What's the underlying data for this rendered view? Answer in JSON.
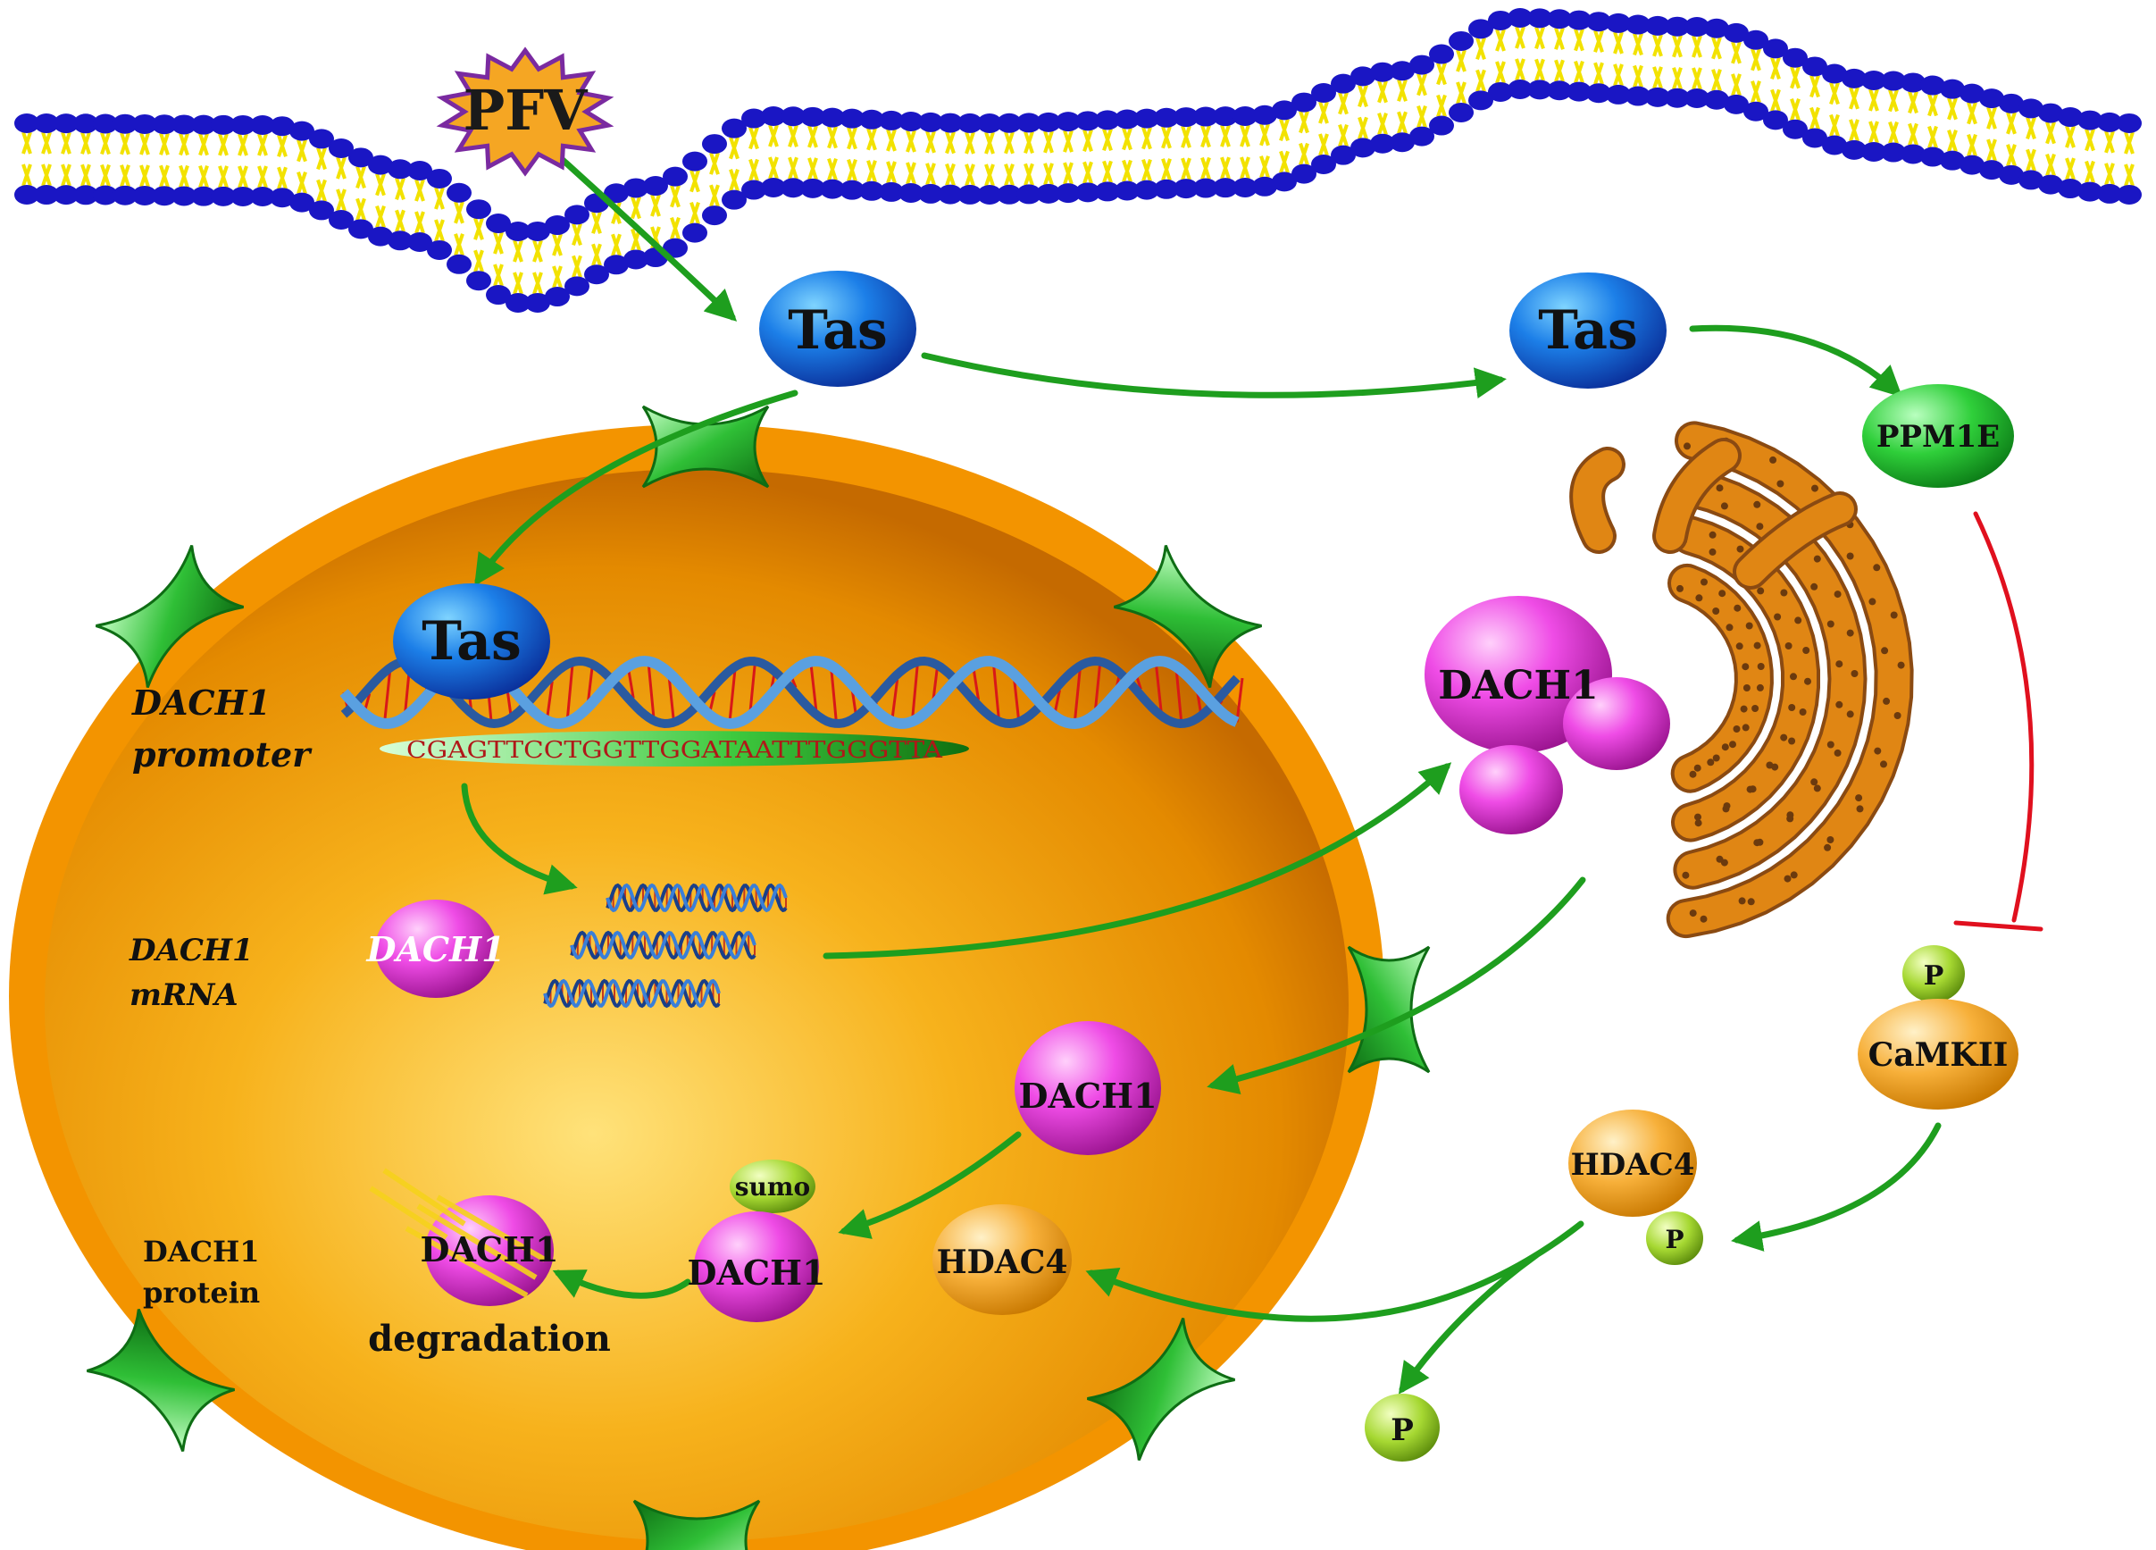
{
  "labels": {
    "virus": "PFV",
    "tas_entry": "Tas",
    "tas_cytoplasm": "Tas",
    "tas_nucleus": "Tas",
    "ppm1e": "PPM1E",
    "dach1_er": "DACH1",
    "dach1_mrna_protein": "DACH1",
    "dach1_nuclear": "DACH1",
    "dach1_sumo": "DACH1",
    "dach1_degraded": "DACH1",
    "sumo": "sumo",
    "hdac4_nucleus": "HDAC4",
    "hdac4_cytoplasm": "HDAC4",
    "camkii": "CaMKII",
    "p_camkii": "P",
    "p_hdac4": "P",
    "p_free": "P",
    "promoter_seq": "CGAGTTCCTGGTTGGATAATTTGGGTTA",
    "degradation": "degradation"
  },
  "side_labels": {
    "promoter_line1": "DACH1",
    "promoter_line2": "promoter",
    "mrna_line1": "DACH1",
    "mrna_line2": "mRNA",
    "protein_line1": "DACH1",
    "protein_line2": "protein"
  },
  "colors": {
    "membrane_head": "#1a16c4",
    "membrane_tail": "#f2e200",
    "nucleus": "#f39400",
    "arrow": "#1e9e1e",
    "inhibit": "#e0101e",
    "tas": "#1a6fe0",
    "dach1": "#e02ad8",
    "hdac4": "#f5a623",
    "phosphate": "#a9dc34",
    "ppm1e": "#2fcf3a",
    "golgi": "#e08614"
  }
}
